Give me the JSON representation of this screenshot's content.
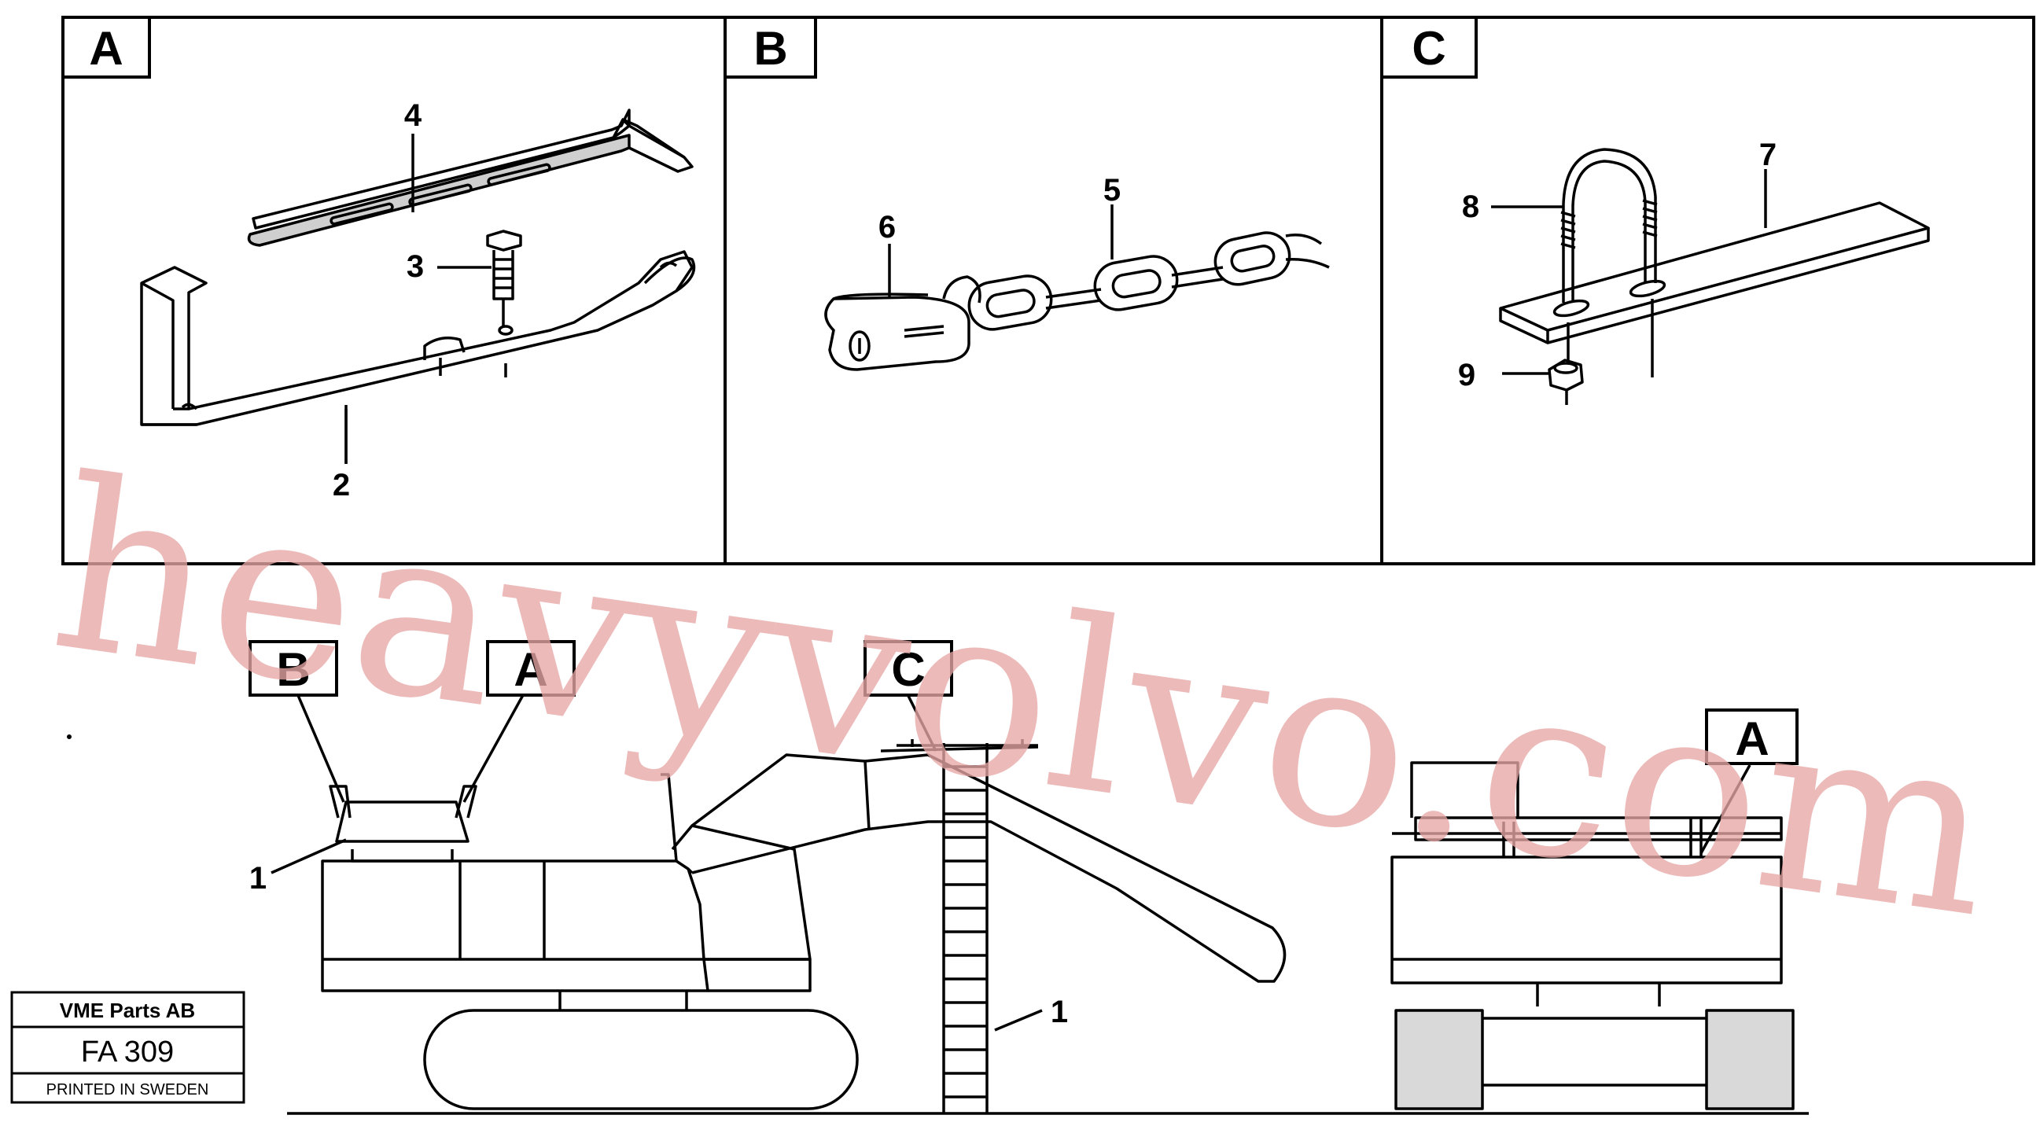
{
  "panels": [
    {
      "label": "A",
      "items": [
        "4",
        "3",
        "2"
      ]
    },
    {
      "label": "B",
      "items": [
        "6",
        "5"
      ]
    },
    {
      "label": "C",
      "items": [
        "8",
        "7",
        "9"
      ]
    }
  ],
  "overview": {
    "callouts": [
      "B",
      "A",
      "C",
      "A"
    ],
    "ref_numbers": [
      "1",
      "1"
    ]
  },
  "stamp": {
    "company": "VME Parts AB",
    "code": "FA 309",
    "printed": "PRINTED IN SWEDEN"
  },
  "watermark": "heavyvolvo.com",
  "colors": {
    "line": "#000000",
    "watermark": "#e8a6a6"
  }
}
